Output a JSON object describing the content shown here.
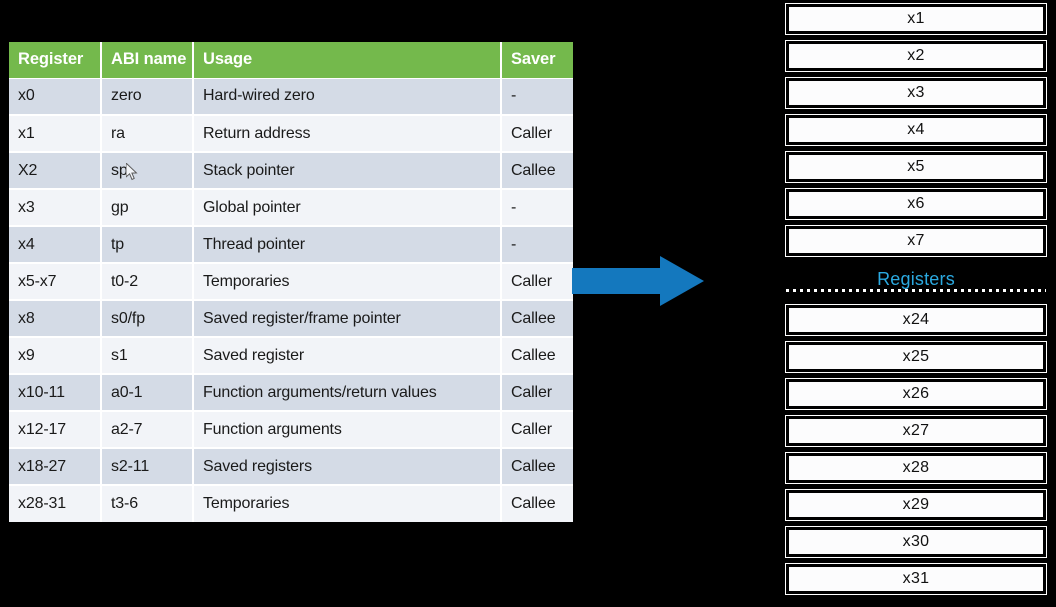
{
  "background_color": "#000000",
  "abi_table": {
    "header_color": "#74B94C",
    "row_color_a": "#D4DBE6",
    "row_color_b": "#F2F4F8",
    "columns": [
      "Register",
      "ABI name",
      "Usage",
      "Saver"
    ],
    "rows": [
      {
        "register": "x0",
        "abi": "zero",
        "usage": "Hard-wired zero",
        "saver": "-"
      },
      {
        "register": "x1",
        "abi": "ra",
        "usage": "Return address",
        "saver": "Caller"
      },
      {
        "register": "X2",
        "abi": "sp",
        "usage": "Stack pointer",
        "saver": "Callee"
      },
      {
        "register": "x3",
        "abi": "gp",
        "usage": "Global pointer",
        "saver": "-"
      },
      {
        "register": "x4",
        "abi": "tp",
        "usage": "Thread pointer",
        "saver": "-"
      },
      {
        "register": "x5-x7",
        "abi": "t0-2",
        "usage": "Temporaries",
        "saver": "Caller"
      },
      {
        "register": "x8",
        "abi": "s0/fp",
        "usage": "Saved register/frame pointer",
        "saver": "Callee"
      },
      {
        "register": "x9",
        "abi": "s1",
        "usage": "Saved register",
        "saver": "Callee"
      },
      {
        "register": "x10-11",
        "abi": "a0-1",
        "usage": "Function arguments/return values",
        "saver": "Caller"
      },
      {
        "register": "x12-17",
        "abi": "a2-7",
        "usage": "Function arguments",
        "saver": "Caller"
      },
      {
        "register": "x18-27",
        "abi": "s2-11",
        "usage": "Saved registers",
        "saver": "Callee"
      },
      {
        "register": "x28-31",
        "abi": "t3-6",
        "usage": "Temporaries",
        "saver": "Callee"
      }
    ]
  },
  "arrow": {
    "icon": "right-arrow-icon",
    "color": "#1478BE",
    "direction": "right"
  },
  "register_file": {
    "boxes_top": [
      "x1",
      "x2",
      "x3",
      "x4",
      "x5",
      "x6",
      "x7"
    ],
    "divider_label": "Registers",
    "divider_label_color": "#2BA9E0",
    "boxes_bottom": [
      "x24",
      "x25",
      "x26",
      "x27",
      "x28",
      "x29",
      "x30",
      "x31"
    ]
  },
  "cursor": {
    "icon": "mouse-pointer-icon"
  }
}
